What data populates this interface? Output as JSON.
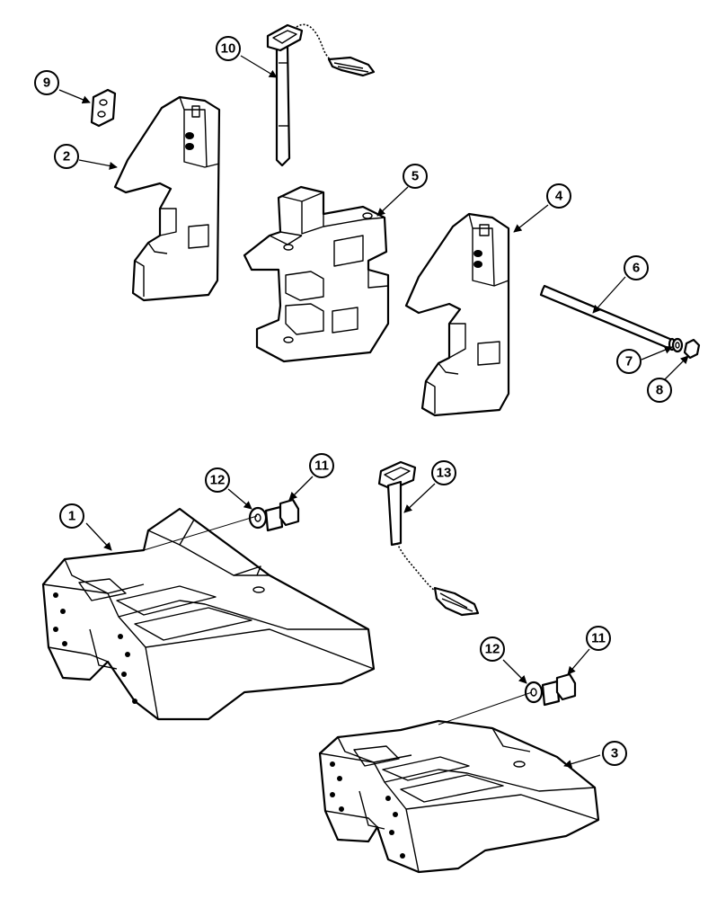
{
  "callouts": {
    "c1": "1",
    "c2": "2",
    "c3": "3",
    "c4": "4",
    "c5": "5",
    "c6": "6",
    "c7": "7",
    "c8": "8",
    "c9": "9",
    "c10": "10",
    "c11a": "11",
    "c11b": "11",
    "c12a": "12",
    "c12b": "12",
    "c13": "13"
  }
}
